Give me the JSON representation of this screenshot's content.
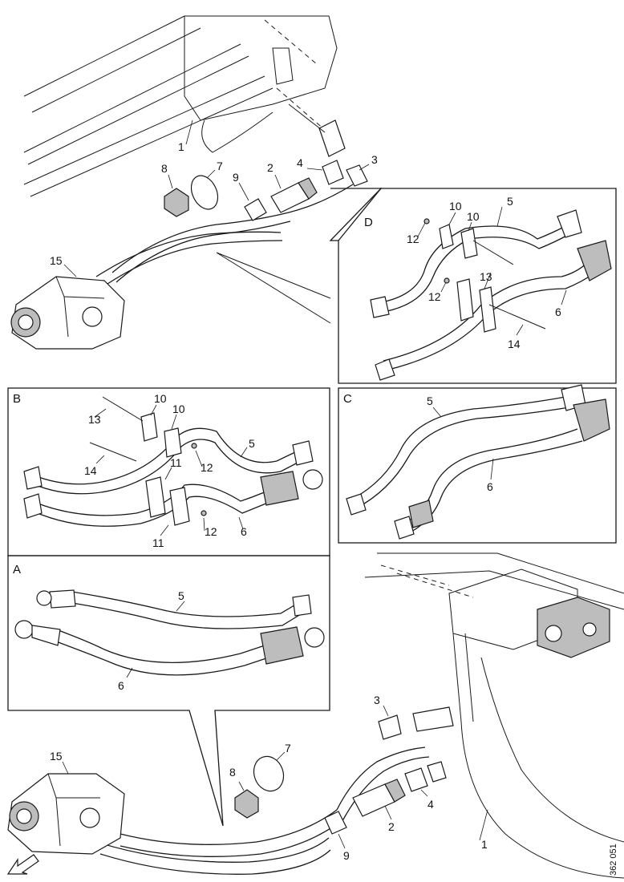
{
  "panels": {
    "A": "A",
    "B": "B",
    "C": "C",
    "D": "D"
  },
  "callouts": {
    "top_1": "1",
    "top_2": "2",
    "top_3": "3",
    "top_4": "4",
    "top_7": "7",
    "top_8": "8",
    "top_9": "9",
    "top_15": "15",
    "d_5": "5",
    "d_6": "6",
    "d_10a": "10",
    "d_10b": "10",
    "d_12a": "12",
    "d_12b": "12",
    "d_13": "13",
    "d_14": "14",
    "b_5": "5",
    "b_6": "6",
    "b_10a": "10",
    "b_10b": "10",
    "b_11a": "11",
    "b_11b": "11",
    "b_12a": "12",
    "b_12b": "12",
    "b_13": "13",
    "b_14": "14",
    "c_5": "5",
    "c_6": "6",
    "a_5": "5",
    "a_6": "6",
    "bot_1": "1",
    "bot_2": "2",
    "bot_3": "3",
    "bot_4": "4",
    "bot_7": "7",
    "bot_8": "8",
    "bot_9": "9",
    "bot_15": "15"
  },
  "image_code": "362 051",
  "direction_icon": "front-arrow-icon"
}
